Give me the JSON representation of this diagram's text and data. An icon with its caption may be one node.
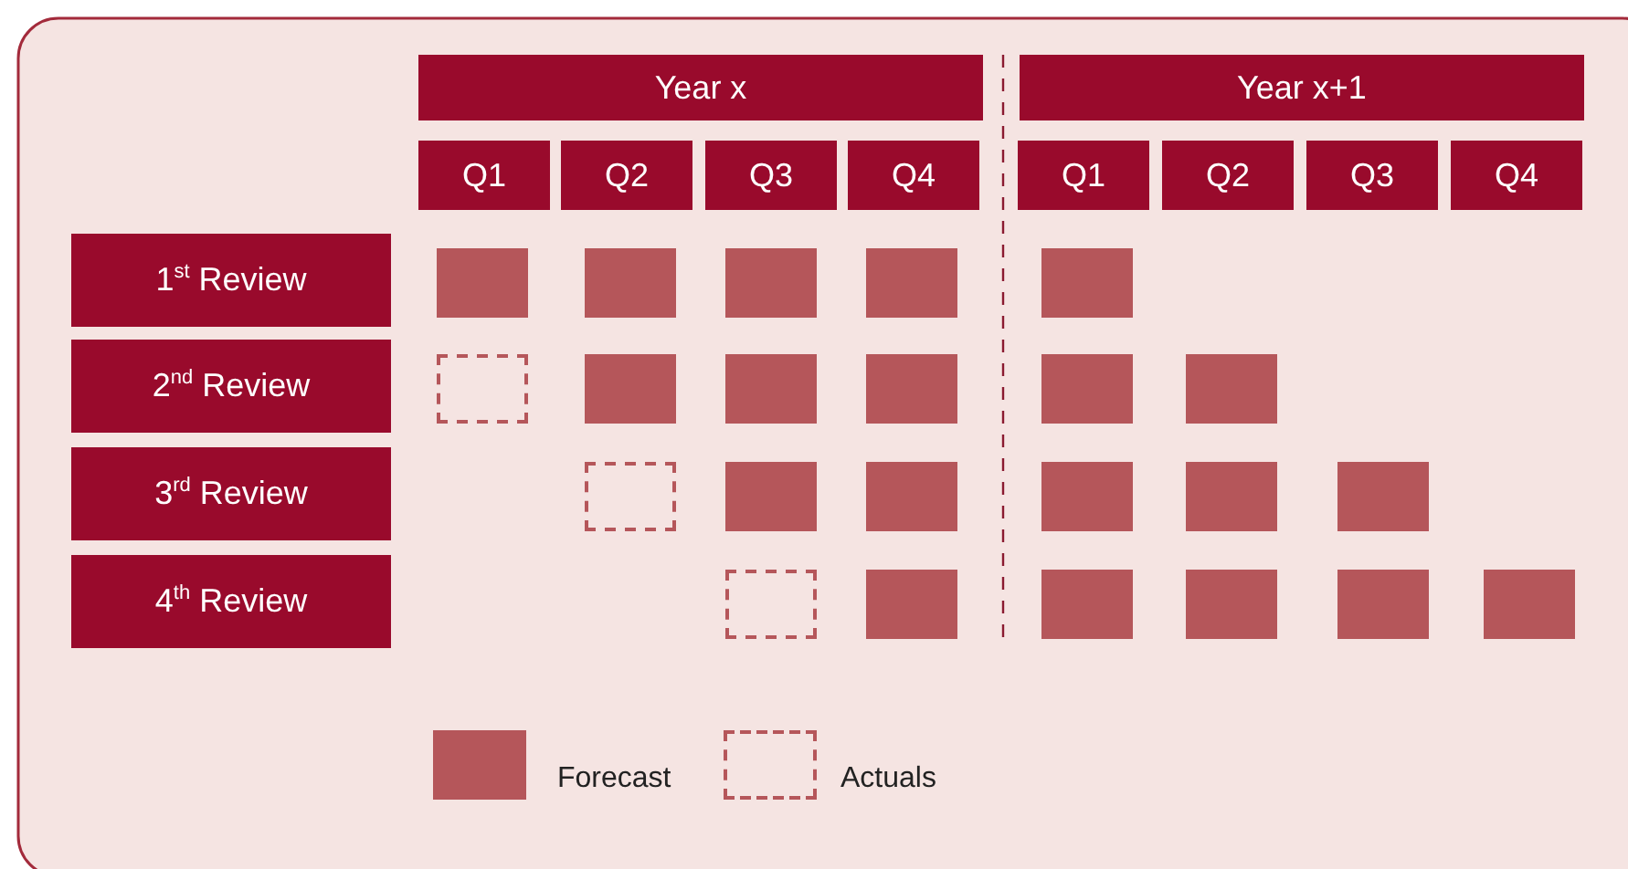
{
  "diagram": {
    "nodes": [
      {
        "text": [
          "Year x"
        ]
      },
      {
        "text": [
          "Year x+1"
        ]
      },
      {
        "text": [
          "Q1"
        ]
      },
      {
        "text": [
          "Q2"
        ]
      },
      {
        "text": [
          "Q3"
        ]
      },
      {
        "text": [
          "Q4"
        ]
      },
      {
        "text": [
          "Q1"
        ]
      },
      {
        "text": [
          "Q2"
        ]
      },
      {
        "text": [
          "Q3"
        ]
      },
      {
        "text": [
          "Q4"
        ]
      },
      {
        "text": [
          "1$^{st}$ Review"
        ]
      },
      {
        "text": [],
        "shape": "box"
      },
      {
        "text": [],
        "shape": "box"
      },
      {
        "text": [],
        "shape": "box"
      },
      {
        "text": [],
        "shape": "box"
      },
      {
        "text": [],
        "shape": "box"
      },
      {
        "text": [
          "2$^{nd}$ Review"
        ]
      },
      {
        "text": [],
        "shape": "frame"
      },
      {
        "text": [],
        "shape": "box"
      },
      {
        "text": [],
        "shape": "box"
      },
      {
        "text": [],
        "shape": "box"
      },
      {
        "text": [],
        "shape": "box"
      },
      {
        "text": [],
        "shape": "box"
      },
      {
        "text": [
          "3$^{rd}$ Review"
        ]
      },
      {
        "text": [],
        "shape": "frame"
      },
      {
        "text": [],
        "shape": "box"
      },
      {
        "text": [],
        "shape": "box"
      },
      {
        "text": [],
        "shape": "box"
      },
      {
        "text": [],
        "shape": "box"
      },
      {
        "text": [],
        "shape": "box"
      },
      {
        "text": [
          "4$^{th}$ Review"
        ]
      },
      {
        "text": [],
        "shape": "frame"
      },
      {
        "text": [],
        "shape": "box"
      },
      {
        "text": [],
        "shape": "box"
      },
      {
        "text": [],
        "shape": "box"
      },
      {
        "text": [],
        "shape": "box"
      },
      {
        "text": [],
        "shape": "box"
      }
    ],
    "legend": [
      {
        "text": "Forecast",
        "color": "#b5565a"
      },
      {
        "text": "Actuals"
      }
    ]
  }
}
